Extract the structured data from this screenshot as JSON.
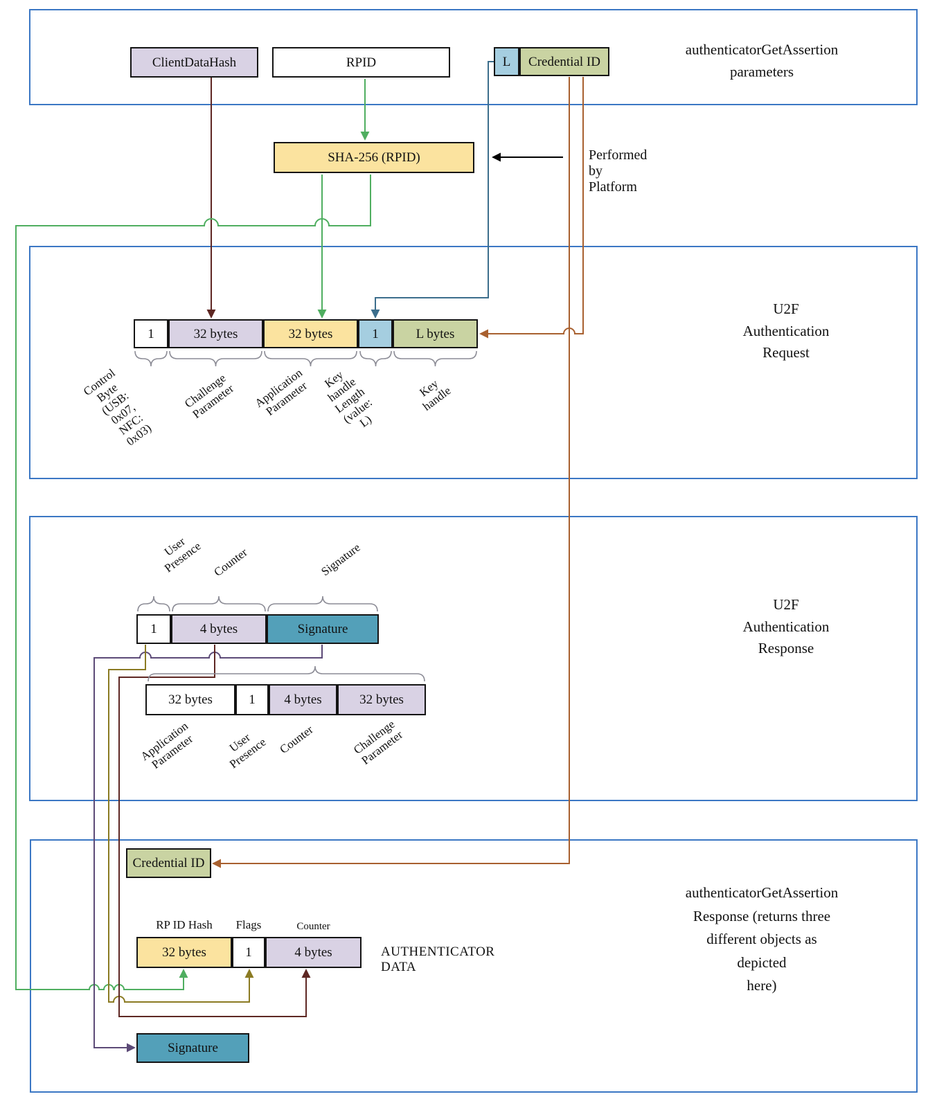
{
  "colors": {
    "section_border": "#3b77c4",
    "maroon": "#5e2723",
    "green": "#4fae60",
    "steel_blue": "#3c6e8c",
    "brown": "#a8602f",
    "olive": "#8b7b23",
    "purple": "#5c4a77",
    "black": "#000000",
    "brace_gray": "#8c8c96",
    "fill_lavender": "#d9d2e4",
    "fill_yellow": "#fbe39f",
    "fill_light_blue": "#a5cee0",
    "fill_olive_green": "#c9d3a2",
    "fill_teal": "#53a0b9"
  },
  "params_section": {
    "title": "authenticatorGetAssertion\nparameters",
    "client_data_hash": "ClientDataHash",
    "rpid": "RPID",
    "length": "L",
    "credential_id": "Credential ID"
  },
  "platform": {
    "sha_box": "SHA-256 (RPID)",
    "note": "Performed by Platform"
  },
  "request_section": {
    "title": "U2F Authentication\nRequest",
    "fields": [
      {
        "size": "1",
        "label": "Control Byte\n(USB: 0x07,\nNFC: 0x03)"
      },
      {
        "size": "32 bytes",
        "label": "Challenge\nParameter"
      },
      {
        "size": "32 bytes",
        "label": "Application\nParameter"
      },
      {
        "size": "1",
        "label": "Key handle\nLength (value: L)"
      },
      {
        "size": "L bytes",
        "label": "Key handle"
      }
    ]
  },
  "response_section": {
    "title": "U2F Authentication\nResponse",
    "row1": [
      {
        "size": "1",
        "label": "User Presence"
      },
      {
        "size": "4 bytes",
        "label": "Counter"
      },
      {
        "size": "Signature",
        "label": "Signature"
      }
    ],
    "row2": [
      {
        "size": "32 bytes",
        "label": "Application\nParameter"
      },
      {
        "size": "1",
        "label": "User\nPresence"
      },
      {
        "size": "4 bytes",
        "label": "Counter"
      },
      {
        "size": "32 bytes",
        "label": "Challenge\nParameter"
      }
    ]
  },
  "assertion_section": {
    "title": "authenticatorGetAssertion\nResponse (returns three\ndifferent objects as depicted\nhere)",
    "credential_id": "Credential ID",
    "authenticator_data_caption": "AUTHENTICATOR DATA",
    "auth_data_fields": [
      {
        "header": "RP ID Hash",
        "size": "32 bytes"
      },
      {
        "header": "Flags",
        "size": "1"
      },
      {
        "header": "Counter",
        "size": "4 bytes"
      }
    ],
    "signature": "Signature"
  }
}
